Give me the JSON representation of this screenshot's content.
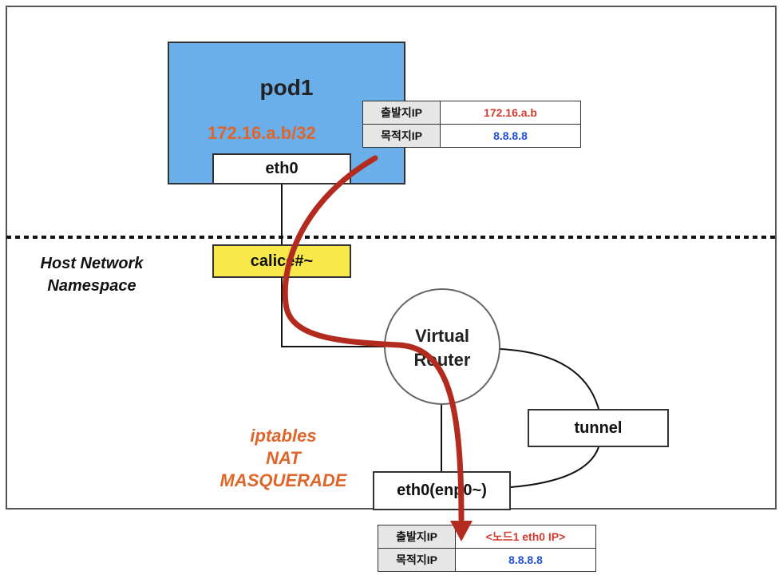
{
  "pod": {
    "name": "pod1",
    "ip": "172.16.a.b/32",
    "iface": "eth0"
  },
  "host_ns": {
    "line1": "Host Network",
    "line2": "Namespace"
  },
  "calico": {
    "label": "calice#~"
  },
  "router": {
    "line1": "Virtual",
    "line2": "Router"
  },
  "tunnel": {
    "label": "tunnel"
  },
  "node_eth": {
    "label": "eth0(enp0~)"
  },
  "nat": {
    "line1": "iptables",
    "line2": "NAT",
    "line3": "MASQUERADE"
  },
  "packet_before": {
    "src_label": "출발지IP",
    "src_value": "172.16.a.b",
    "dst_label": "목적지IP",
    "dst_value": "8.8.8.8"
  },
  "packet_after": {
    "src_label": "출발지IP",
    "src_value": "<노드1 eth0 IP>",
    "dst_label": "목적지IP",
    "dst_value": "8.8.8.8"
  },
  "colors": {
    "pod_fill": "#6aaeea",
    "calico_fill": "#f8e84a",
    "arrow": "#b32a1e",
    "nat_text": "#e0652a",
    "src_ip": "#d23b2f",
    "dst_ip": "#1f4fd6"
  }
}
